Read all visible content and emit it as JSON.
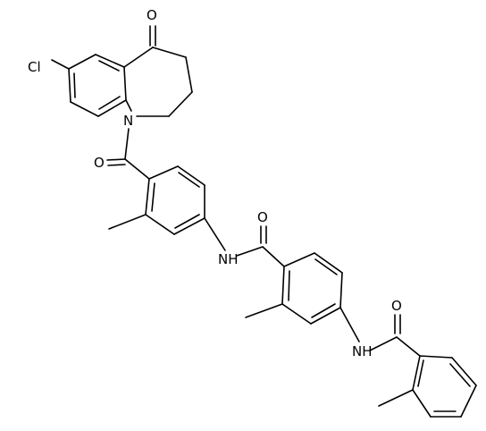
{
  "structure": {
    "atoms": {
      "chloro": "Cl",
      "ring_n": "N",
      "amide_nh_1": "NH",
      "amide_nh_2": "NH",
      "carbonyl_o_ketone": "O",
      "carbonyl_o_1": "O",
      "carbonyl_o_2": "O",
      "carbonyl_o_3": "O"
    }
  },
  "colors": {
    "bond": "#000000",
    "label": "#000000",
    "background": "#ffffff"
  }
}
